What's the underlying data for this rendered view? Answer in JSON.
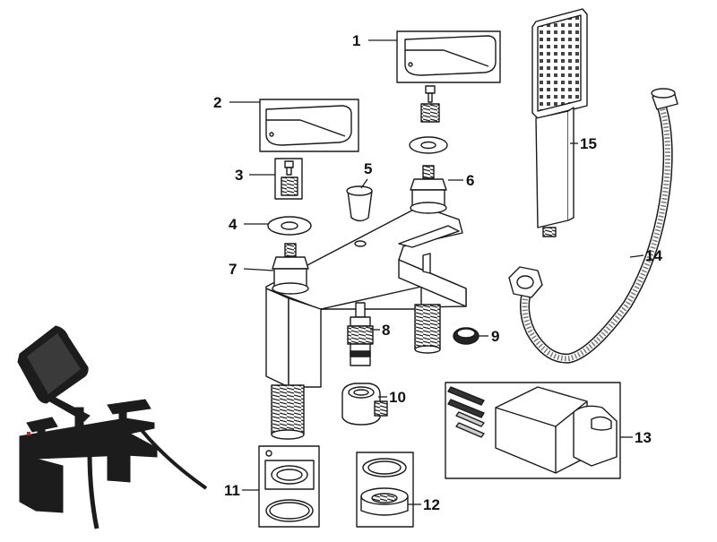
{
  "diagram": {
    "part_labels": [
      "1",
      "2",
      "3",
      "4",
      "5",
      "6",
      "7",
      "8",
      "9",
      "10",
      "11",
      "12",
      "13",
      "14",
      "15"
    ],
    "colors": {
      "line": "#1a1a1a",
      "fill": "#ffffff",
      "product_black": "#1c1c1c",
      "accent_red": "#c0282d"
    }
  }
}
